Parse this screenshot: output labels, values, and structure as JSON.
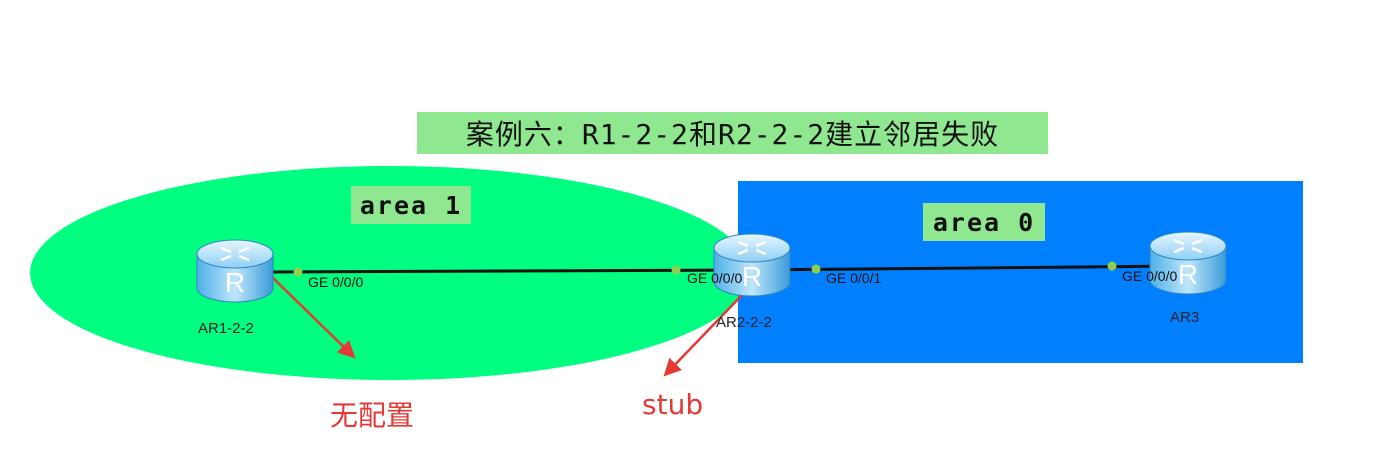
{
  "title": "案例六：R1-2-2和R2-2-2建立邻居失败",
  "areas": [
    {
      "label": "area 1",
      "color": "#00ff80"
    },
    {
      "label": "area 0",
      "color": "#0080ff"
    }
  ],
  "devices": [
    {
      "name": "AR1-2-2",
      "icon": "router-icon"
    },
    {
      "name": "AR2-2-2",
      "icon": "router-icon"
    },
    {
      "name": "AR3",
      "icon": "router-icon"
    }
  ],
  "ports": {
    "ar1_ge000": "GE 0/0/0",
    "ar2_ge000": "GE 0/0/0",
    "ar2_ge001": "GE 0/0/1",
    "ar3_ge000": "GE 0/0/0"
  },
  "annotations": [
    {
      "text": "无配置",
      "color": "#e53935"
    },
    {
      "text": "stub",
      "color": "#e53935"
    }
  ]
}
